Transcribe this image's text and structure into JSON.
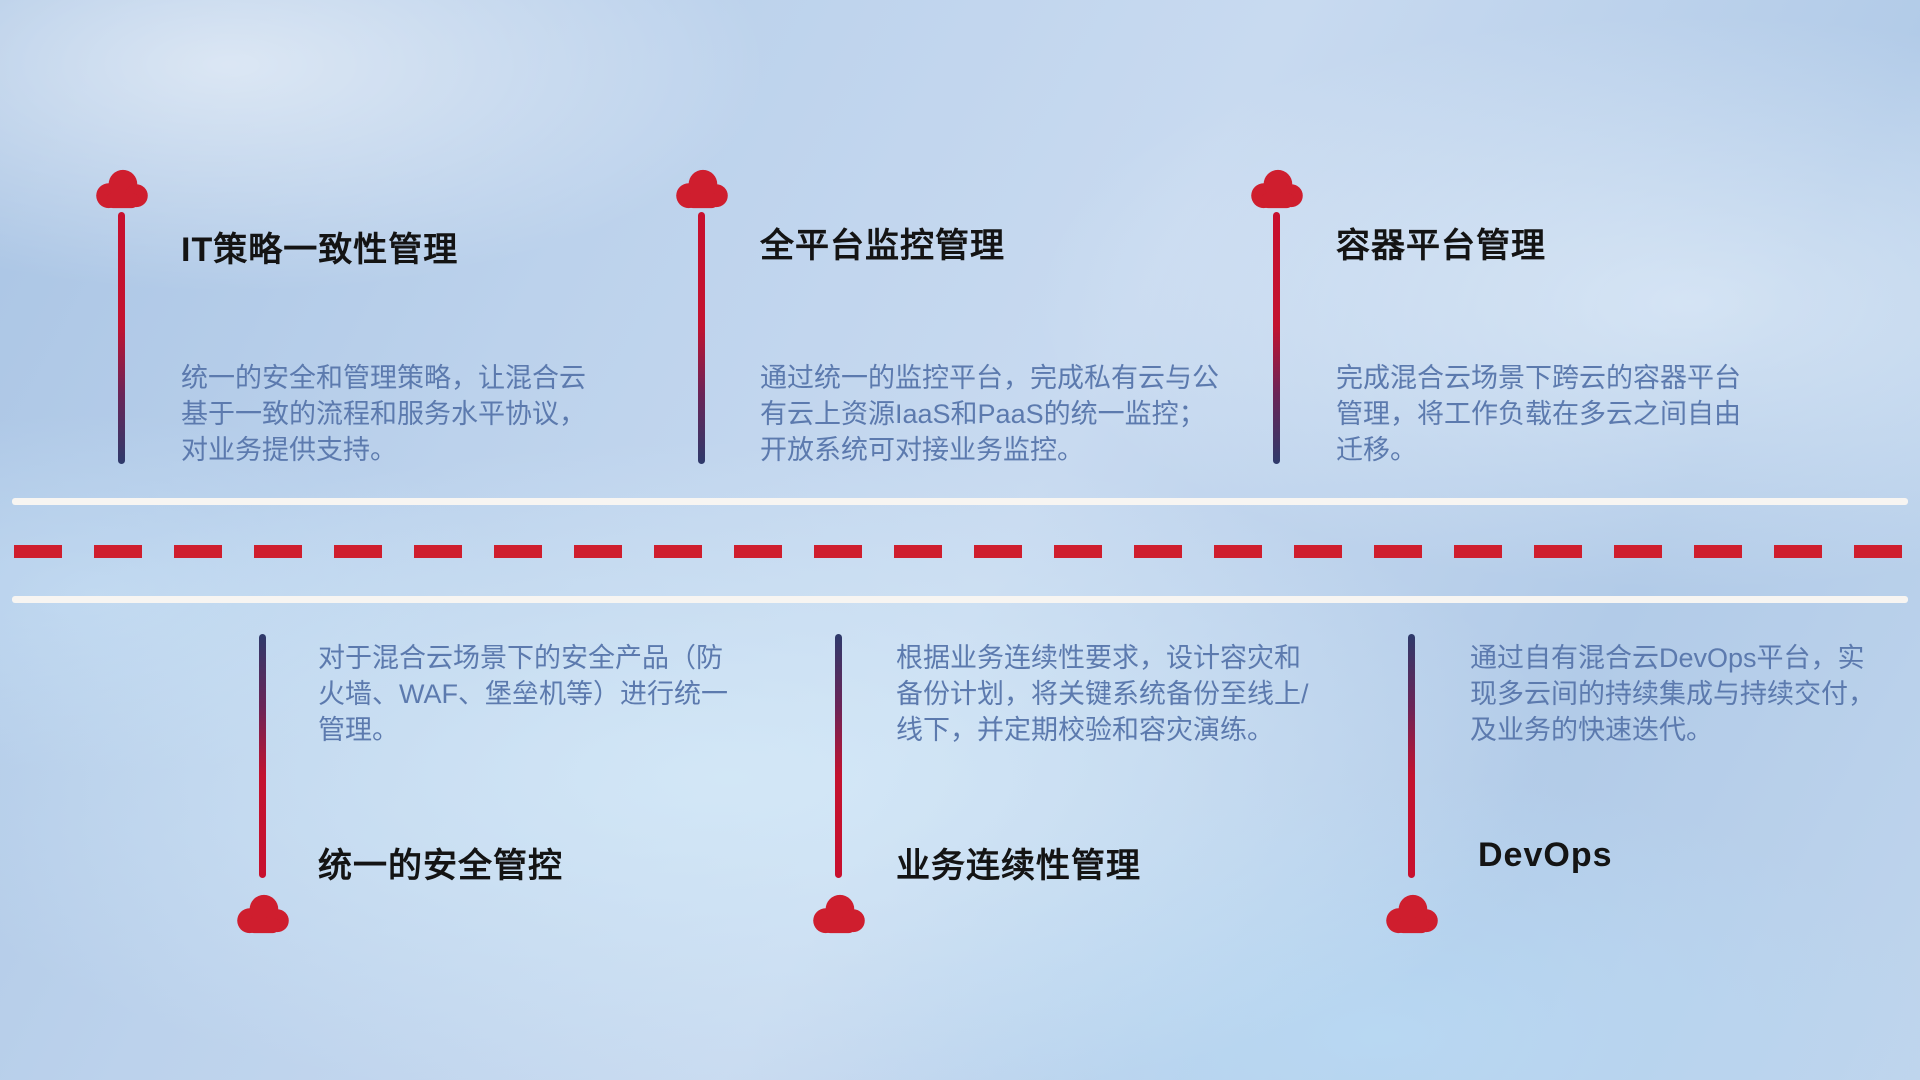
{
  "diagram": {
    "type": "timeline-infographic",
    "theme": "hybrid-cloud management capabilities",
    "colors": {
      "cloud_red": "#cf1e2e",
      "connector_red": "#c8102e",
      "connector_navy": "#2e3a6b",
      "title_text": "#141414",
      "description_text": "#5c7aae",
      "divider_white": "#f7f5f2",
      "dash_red": "#cf1e2e",
      "background_blue": "#b8cfe9"
    },
    "icons": {
      "marker": "cloud-icon"
    },
    "top_items": [
      {
        "title": "IT策略一致性管理",
        "desc": "统一的安全和管理策略，让混合云基于一致的流程和服务水平协议，对业务提供支持。"
      },
      {
        "title": "全平台监控管理",
        "desc": "通过统一的监控平台，完成私有云与公有云上资源IaaS和PaaS的统一监控；开放系统可对接业务监控。"
      },
      {
        "title": "容器平台管理",
        "desc": "完成混合云场景下跨云的容器平台管理，将工作负载在多云之间自由迁移。"
      }
    ],
    "bottom_items": [
      {
        "title": "统一的安全管控",
        "desc": "对于混合云场景下的安全产品（防火墙、WAF、堡垒机等）进行统一管理。"
      },
      {
        "title": "业务连续性管理",
        "desc": "根据业务连续性要求，设计容灾和备份计划，将关键系统备份至线上/线下，并定期校验和容灾演练。"
      },
      {
        "title": "DevOps",
        "desc": "通过自有混合云DevOps平台，实现多云间的持续集成与持续交付，及业务的快速迭代。"
      }
    ]
  }
}
